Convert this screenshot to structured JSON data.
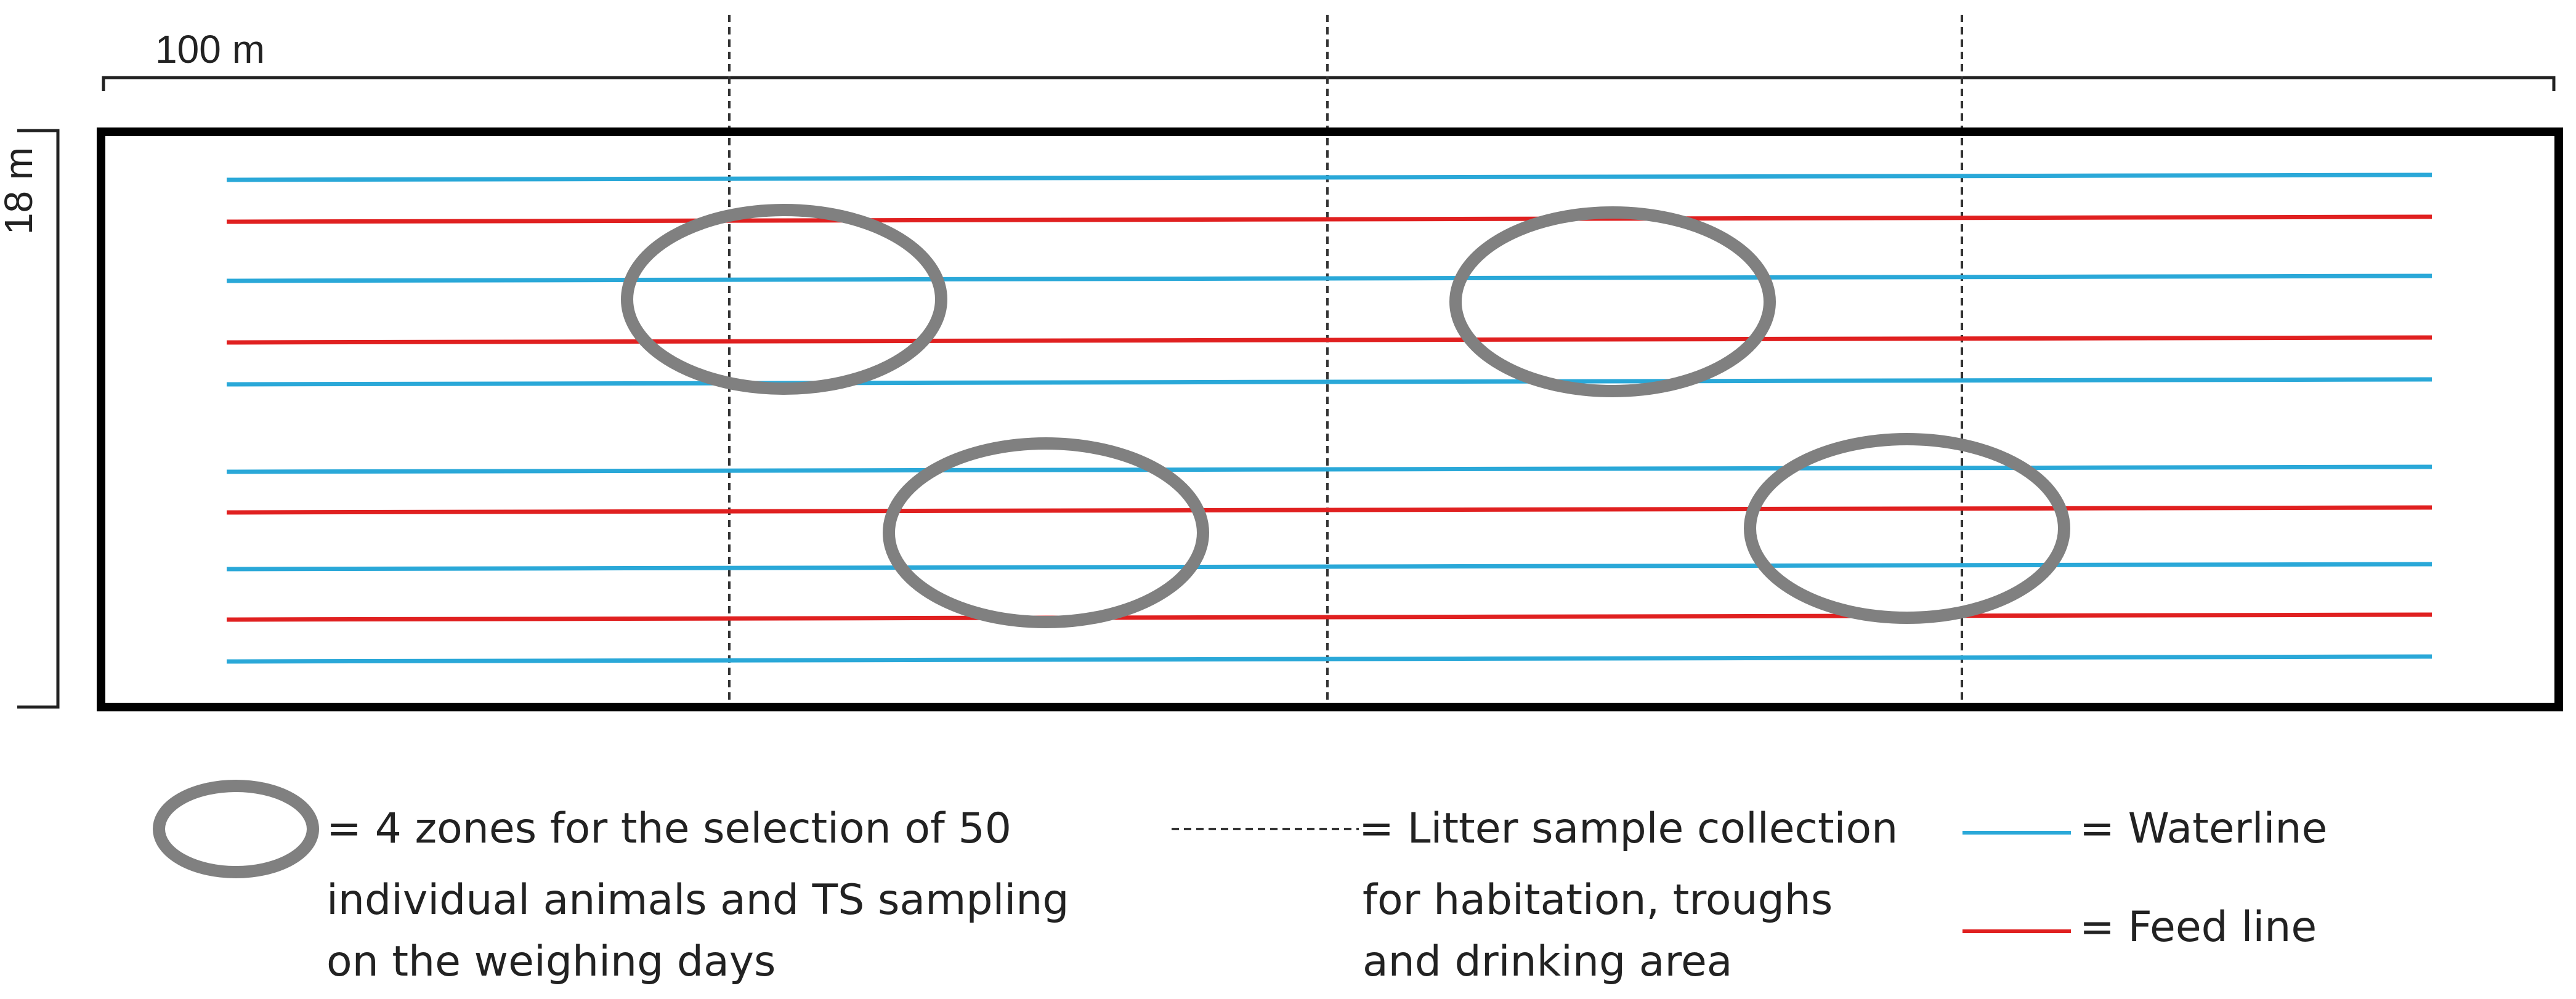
{
  "dimensions": {
    "width_label": "100 m",
    "height_label": "18 m"
  },
  "colors": {
    "waterline": "#2aa8d8",
    "feed_line": "#e02020",
    "zone": "#808080",
    "frame": "#000000",
    "divider": "#333333"
  },
  "legend": {
    "zone": {
      "icon": "gray-ellipse-icon",
      "lines": [
        "= 4 zones for the selection of 50",
        "individual animals and TS sampling",
        "on the weighing days"
      ]
    },
    "litter": {
      "icon": "dashed-line-icon",
      "lines": [
        "= Litter sample collection",
        "for habitation, troughs",
        "and drinking area"
      ]
    },
    "waterline": {
      "icon": "blue-line-icon",
      "label": "= Waterline"
    },
    "feed_line": {
      "icon": "red-line-icon",
      "label": "= Feed line"
    }
  }
}
